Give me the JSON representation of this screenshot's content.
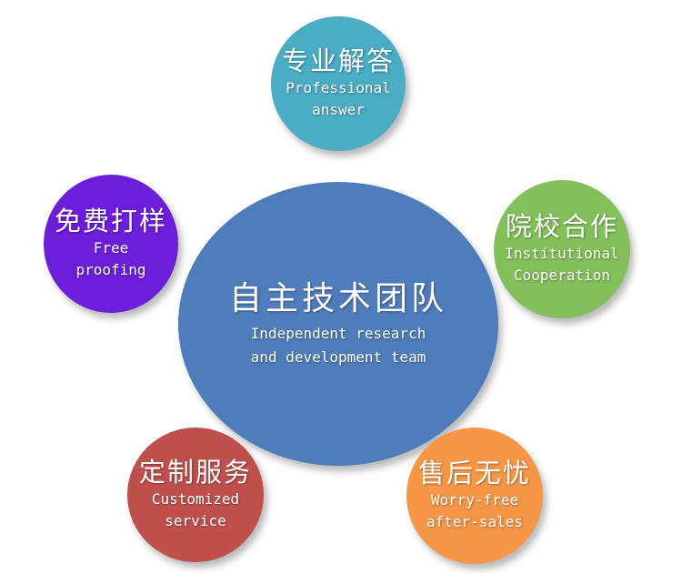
{
  "colors": {
    "center": "#4f7dbb",
    "top": "#4aacc5",
    "left": "#6d1edb",
    "right": "#83bf5a",
    "bottom_left": "#c0504d",
    "bottom_right": "#f79646"
  },
  "center": {
    "title": "自主技术团队",
    "subtitle_line1": "Independent research",
    "subtitle_line2": "and development team"
  },
  "nodes": {
    "top": {
      "title": "专业解答",
      "line1": "Professional",
      "line2": "answer"
    },
    "left": {
      "title": "免费打样",
      "line1": "Free",
      "line2": "proofing"
    },
    "right": {
      "title": "院校合作",
      "line1": "Institutional",
      "line2": "Cooperation"
    },
    "bottom_left": {
      "title": "定制服务",
      "line1": "Customized",
      "line2": "service"
    },
    "bottom_right": {
      "title": "售后无忧",
      "line1": "Worry-free",
      "line2": "after-sales"
    }
  }
}
